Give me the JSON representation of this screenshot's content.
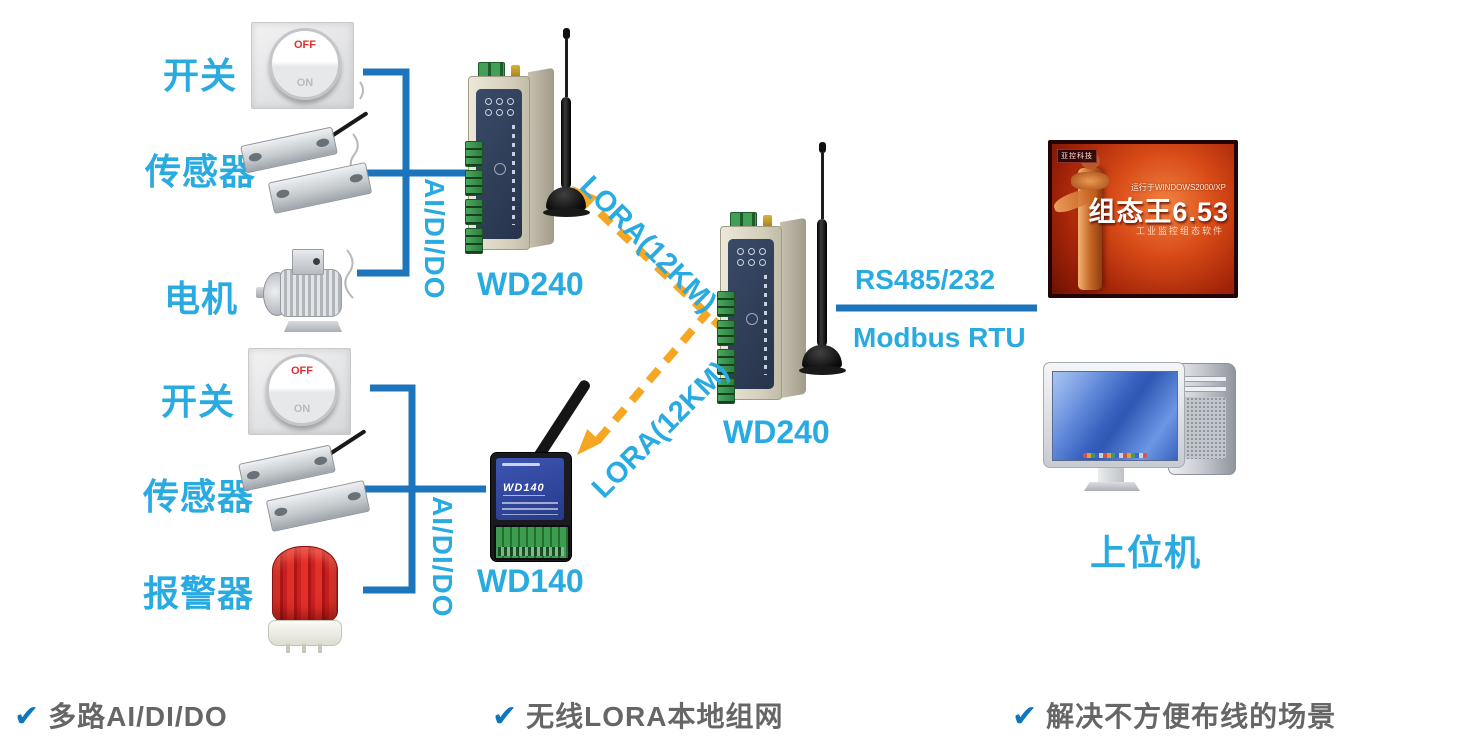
{
  "colors": {
    "accent_text": "#29abe2",
    "line_blue": "#1c75bc",
    "lora_orange": "#f5a623",
    "feature_text": "#666666",
    "check_blue": "#0e76bd"
  },
  "left_top": {
    "switch_label": "开关",
    "sensor_label": "传感器",
    "motor_label": "电机",
    "io_label": "AI/DI/DO"
  },
  "left_bottom": {
    "switch_label": "开关",
    "sensor_label": "传感器",
    "alarm_label": "报警器",
    "io_label": "AI/DI/DO"
  },
  "switch_device": {
    "off": "OFF",
    "on": "ON"
  },
  "devices": {
    "wd240_top": "WD240",
    "wd240_mid": "WD240",
    "wd140": "WD140",
    "wd140_panel": "WD140",
    "host": "上位机"
  },
  "links": {
    "lora_top": "LORA(12KM)",
    "lora_bottom": "LORA(12KM)",
    "serial": "RS485/232",
    "protocol": "Modbus RTU"
  },
  "software_box": {
    "logo": "亚控科技",
    "runs_on": "运行于WINDOWS2000/XP",
    "title": "组态王6.53",
    "subtitle": "工业监控组态软件"
  },
  "features": [
    {
      "check": "✔",
      "text": "多路AI/DI/DO"
    },
    {
      "check": "✔",
      "text": "无线LORA本地组网"
    },
    {
      "check": "✔",
      "text": "解决不方便布线的场景"
    }
  ]
}
